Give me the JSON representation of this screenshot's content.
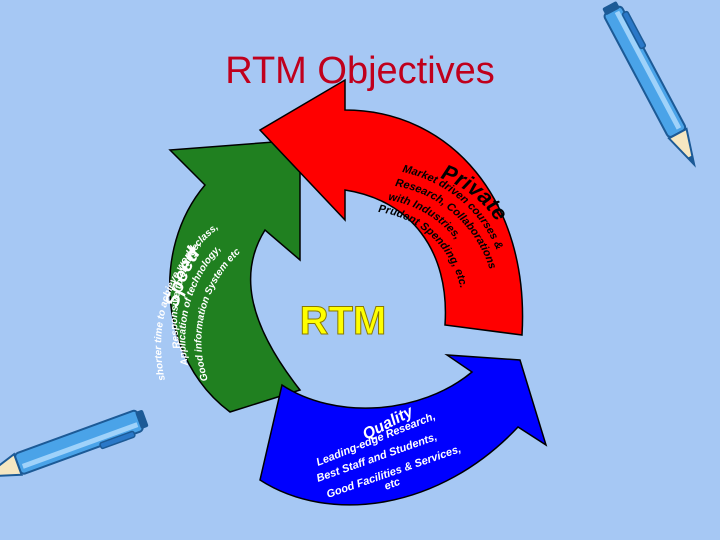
{
  "title": "RTM Objectives",
  "center_label": "RTM",
  "segments": {
    "private": {
      "title": "Private",
      "lines": [
        "Market driven courses &",
        "Research, Collaborations",
        "with Industries,",
        "Prudent Spending, etc."
      ],
      "color": "#ff0000"
    },
    "quality": {
      "title": "Quality",
      "lines": [
        "Leading-edge Research,",
        "Best Staff and Students,",
        "Good Facilities & Services,",
        "etc"
      ],
      "color": "#0000ff"
    },
    "speed": {
      "title": "Speed",
      "lines": [
        "Responsive to change,",
        "shorter time to achieve world-class,",
        "Application of technology,",
        "Good information System etc"
      ],
      "color": "#208020"
    }
  },
  "colors": {
    "background": "#a6c8f4",
    "title": "#c0001c",
    "center_label": "#ffff00",
    "private_text": "#000000",
    "quality_text": "#ffffff",
    "speed_text": "#ffffff"
  },
  "icons": [
    "pen-icon",
    "pen-icon"
  ]
}
